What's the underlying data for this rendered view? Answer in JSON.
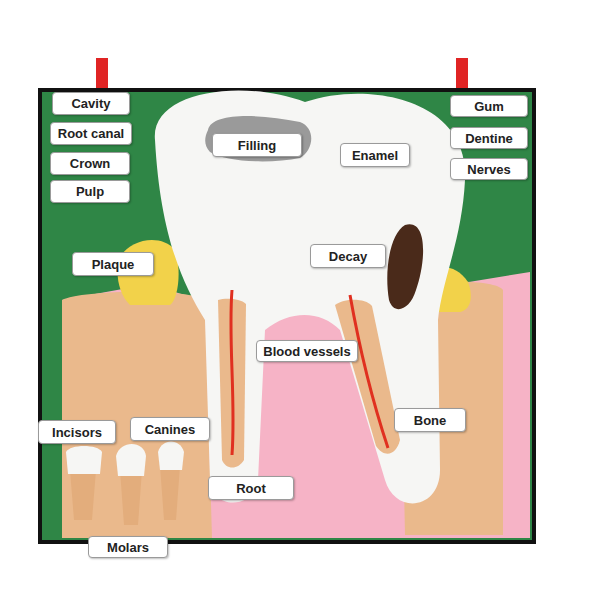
{
  "diagram": {
    "nodes": [
      {
        "text": [
          "Cavity"
        ]
      },
      {
        "text": [
          "Gum"
        ]
      },
      {
        "text": [
          "Root canal"
        ]
      },
      {
        "text": [
          "Dentine"
        ]
      },
      {
        "text": [
          "Filling"
        ]
      },
      {
        "text": [
          "Enamel"
        ]
      },
      {
        "text": [
          "Crown"
        ]
      },
      {
        "text": [
          "Nerves"
        ]
      },
      {
        "text": [
          "Pulp"
        ]
      },
      {
        "text": [
          "Decay"
        ]
      },
      {
        "text": [
          "Plaque"
        ]
      },
      {
        "text": [
          "Blood vessels"
        ]
      },
      {
        "text": [
          "Bone"
        ]
      },
      {
        "text": [
          "Incisors"
        ]
      },
      {
        "text": [
          "Canines"
        ]
      },
      {
        "text": [
          "Root"
        ]
      },
      {
        "text": [
          "Molars"
        ]
      }
    ]
  }
}
